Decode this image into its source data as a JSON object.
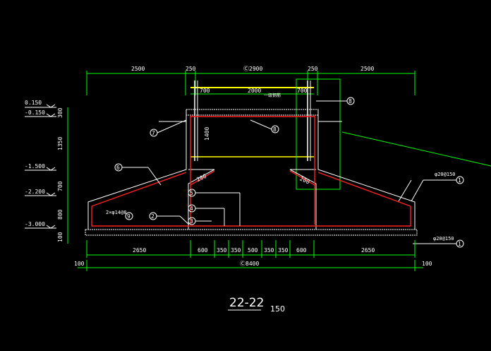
{
  "drawing": {
    "title": "22-22",
    "scale": "150"
  },
  "top_dimensions": [
    "2500",
    "250",
    "Ⓒ2900",
    "250",
    "2500"
  ],
  "inner_top_dimensions": [
    "700",
    "2000",
    "700"
  ],
  "bottom_dimensions": [
    "2650",
    "600",
    "350",
    "350",
    "500",
    "350",
    "350",
    "600",
    "2650"
  ],
  "overall_bottom": {
    "left_margin": "100",
    "total": "Ⓒ8400",
    "right_margin": "100"
  },
  "elevations": [
    "0.150",
    "-0.150",
    "-1.500",
    "-2.200",
    "-3.000"
  ],
  "left_vertical_dims": [
    "300",
    "1350",
    "700",
    "800",
    "100"
  ],
  "inner_height_label": "1400",
  "haunch_labels": [
    "200",
    "200"
  ],
  "callouts": [
    "1",
    "2",
    "3",
    "4",
    "5",
    "6",
    "7",
    "8",
    "9"
  ],
  "rebar_notes": {
    "top_slab_note": "一级钢筋",
    "bar_9": "2×φ14@8",
    "bar_1_upper": "φ20@150",
    "bar_1_lower": "φ20@150"
  },
  "colors": {
    "background": "#000000",
    "dimension": "#00ff00",
    "rebar": "#ff2020",
    "concrete_outline": "#ffffff",
    "stair_top": "#ffff00"
  }
}
